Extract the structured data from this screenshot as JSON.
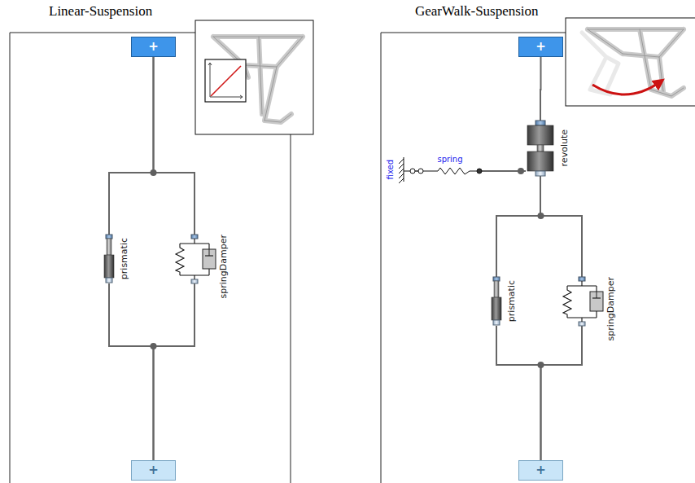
{
  "diagram": {
    "nodes": [
      {
        "text": [
          "Linear-Suspension"
        ]
      },
      {
        "text": [
          "+"
        ],
        "in": 0
      },
      {
        "text": [
          "prismatic"
        ],
        "in": 0
      },
      {
        "text": [
          "springDamper"
        ],
        "in": 0
      },
      {
        "text": [
          "+"
        ],
        "in": 0
      },
      {
        "text": [
          "GearWalk-Suspension"
        ]
      },
      {
        "text": [
          "+"
        ],
        "in": 5
      },
      {
        "text": [
          "fixed"
        ],
        "in": 5
      },
      {
        "text": [
          "spring"
        ],
        "in": 5
      },
      {
        "text": [
          "revolute"
        ],
        "in": 5
      },
      {
        "text": [
          "prismatic"
        ],
        "in": 5
      },
      {
        "text": [
          "springDamper"
        ],
        "in": 5
      },
      {
        "text": [
          "+"
        ],
        "in": 5
      }
    ],
    "edges": [
      {
        "from": 1,
        "to": 2,
        "arrow": "none"
      },
      {
        "from": 1,
        "to": 3,
        "arrow": "none"
      },
      {
        "from": 2,
        "to": 4,
        "arrow": "none"
      },
      {
        "from": 3,
        "to": 4,
        "arrow": "none"
      },
      {
        "from": 6,
        "to": 9,
        "arrow": "none"
      },
      {
        "from": 7,
        "to": 8,
        "arrow": "none"
      },
      {
        "from": 8,
        "to": 9,
        "arrow": "none"
      },
      {
        "from": 9,
        "to": 10,
        "arrow": "none"
      },
      {
        "from": 9,
        "to": 11,
        "arrow": "none"
      },
      {
        "from": 10,
        "to": 12,
        "arrow": "none"
      },
      {
        "from": 11,
        "to": 12,
        "arrow": "none"
      }
    ]
  }
}
